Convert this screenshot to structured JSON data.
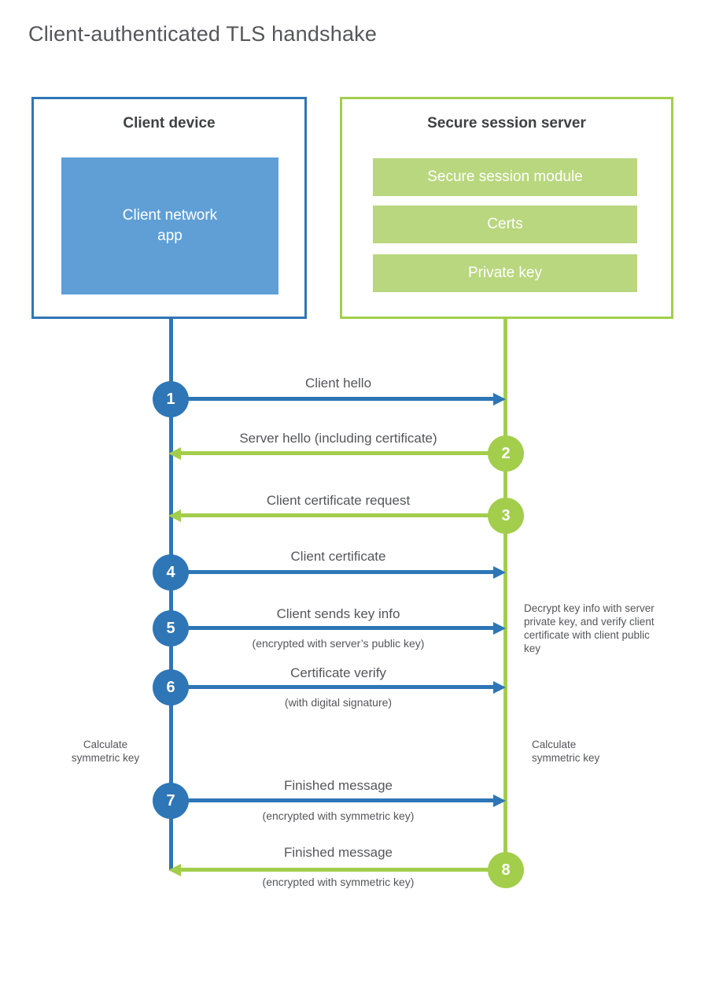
{
  "title": "Client-authenticated TLS handshake",
  "client": {
    "name": "Client device",
    "app_label": "Client network app"
  },
  "server": {
    "name": "Secure session server",
    "modules": [
      "Secure session module",
      "Certs",
      "Private key"
    ]
  },
  "steps": [
    {
      "num": "1",
      "label": "Client hello",
      "sublabel": "",
      "from": "client",
      "to": "server"
    },
    {
      "num": "2",
      "label": "Server hello (including certificate)",
      "sublabel": "",
      "from": "server",
      "to": "client"
    },
    {
      "num": "3",
      "label": "Client certificate request",
      "sublabel": "",
      "from": "server",
      "to": "client"
    },
    {
      "num": "4",
      "label": "Client certificate",
      "sublabel": "",
      "from": "client",
      "to": "server"
    },
    {
      "num": "5",
      "label": "Client sends key info",
      "sublabel": "(encrypted with server’s public key)",
      "from": "client",
      "to": "server"
    },
    {
      "num": "6",
      "label": "Certificate verify",
      "sublabel": "(with digital signature)",
      "from": "client",
      "to": "server"
    },
    {
      "num": "7",
      "label": "Finished message",
      "sublabel": "(encrypted with symmetric key)",
      "from": "client",
      "to": "server"
    },
    {
      "num": "8",
      "label": "Finished message",
      "sublabel": "(encrypted with symmetric key)",
      "from": "server",
      "to": "client"
    }
  ],
  "annotations": {
    "server_note": "Decrypt key info with server private key, and verify client certificate with client public key",
    "client_calc": "Calculate symmetric key",
    "server_calc": "Calculate symmetric key"
  },
  "colors": {
    "blue": "#2e76b6",
    "blue_fill": "#5f9fd6",
    "green": "#a2ce4c",
    "green_fill": "#b9d77e"
  }
}
